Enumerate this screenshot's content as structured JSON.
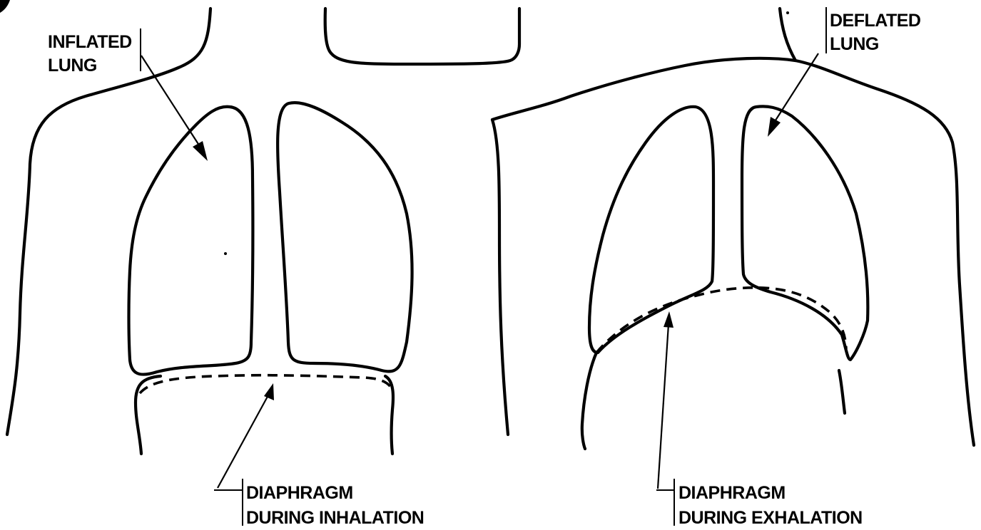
{
  "labels": {
    "inflated_lung": {
      "line1": "INFLATED",
      "line2": "LUNG"
    },
    "deflated_lung": {
      "line1": "DEFLATED",
      "line2": "LUNG"
    },
    "diaphragm_inhalation": {
      "line1": "DIAPHRAGM",
      "line2": "DURING INHALATION"
    },
    "diaphragm_exhalation": {
      "line1": "DIAPHRAGM",
      "line2": "DURING EXHALATION"
    }
  },
  "colors": {
    "ink": "#000000",
    "background": "#ffffff"
  }
}
